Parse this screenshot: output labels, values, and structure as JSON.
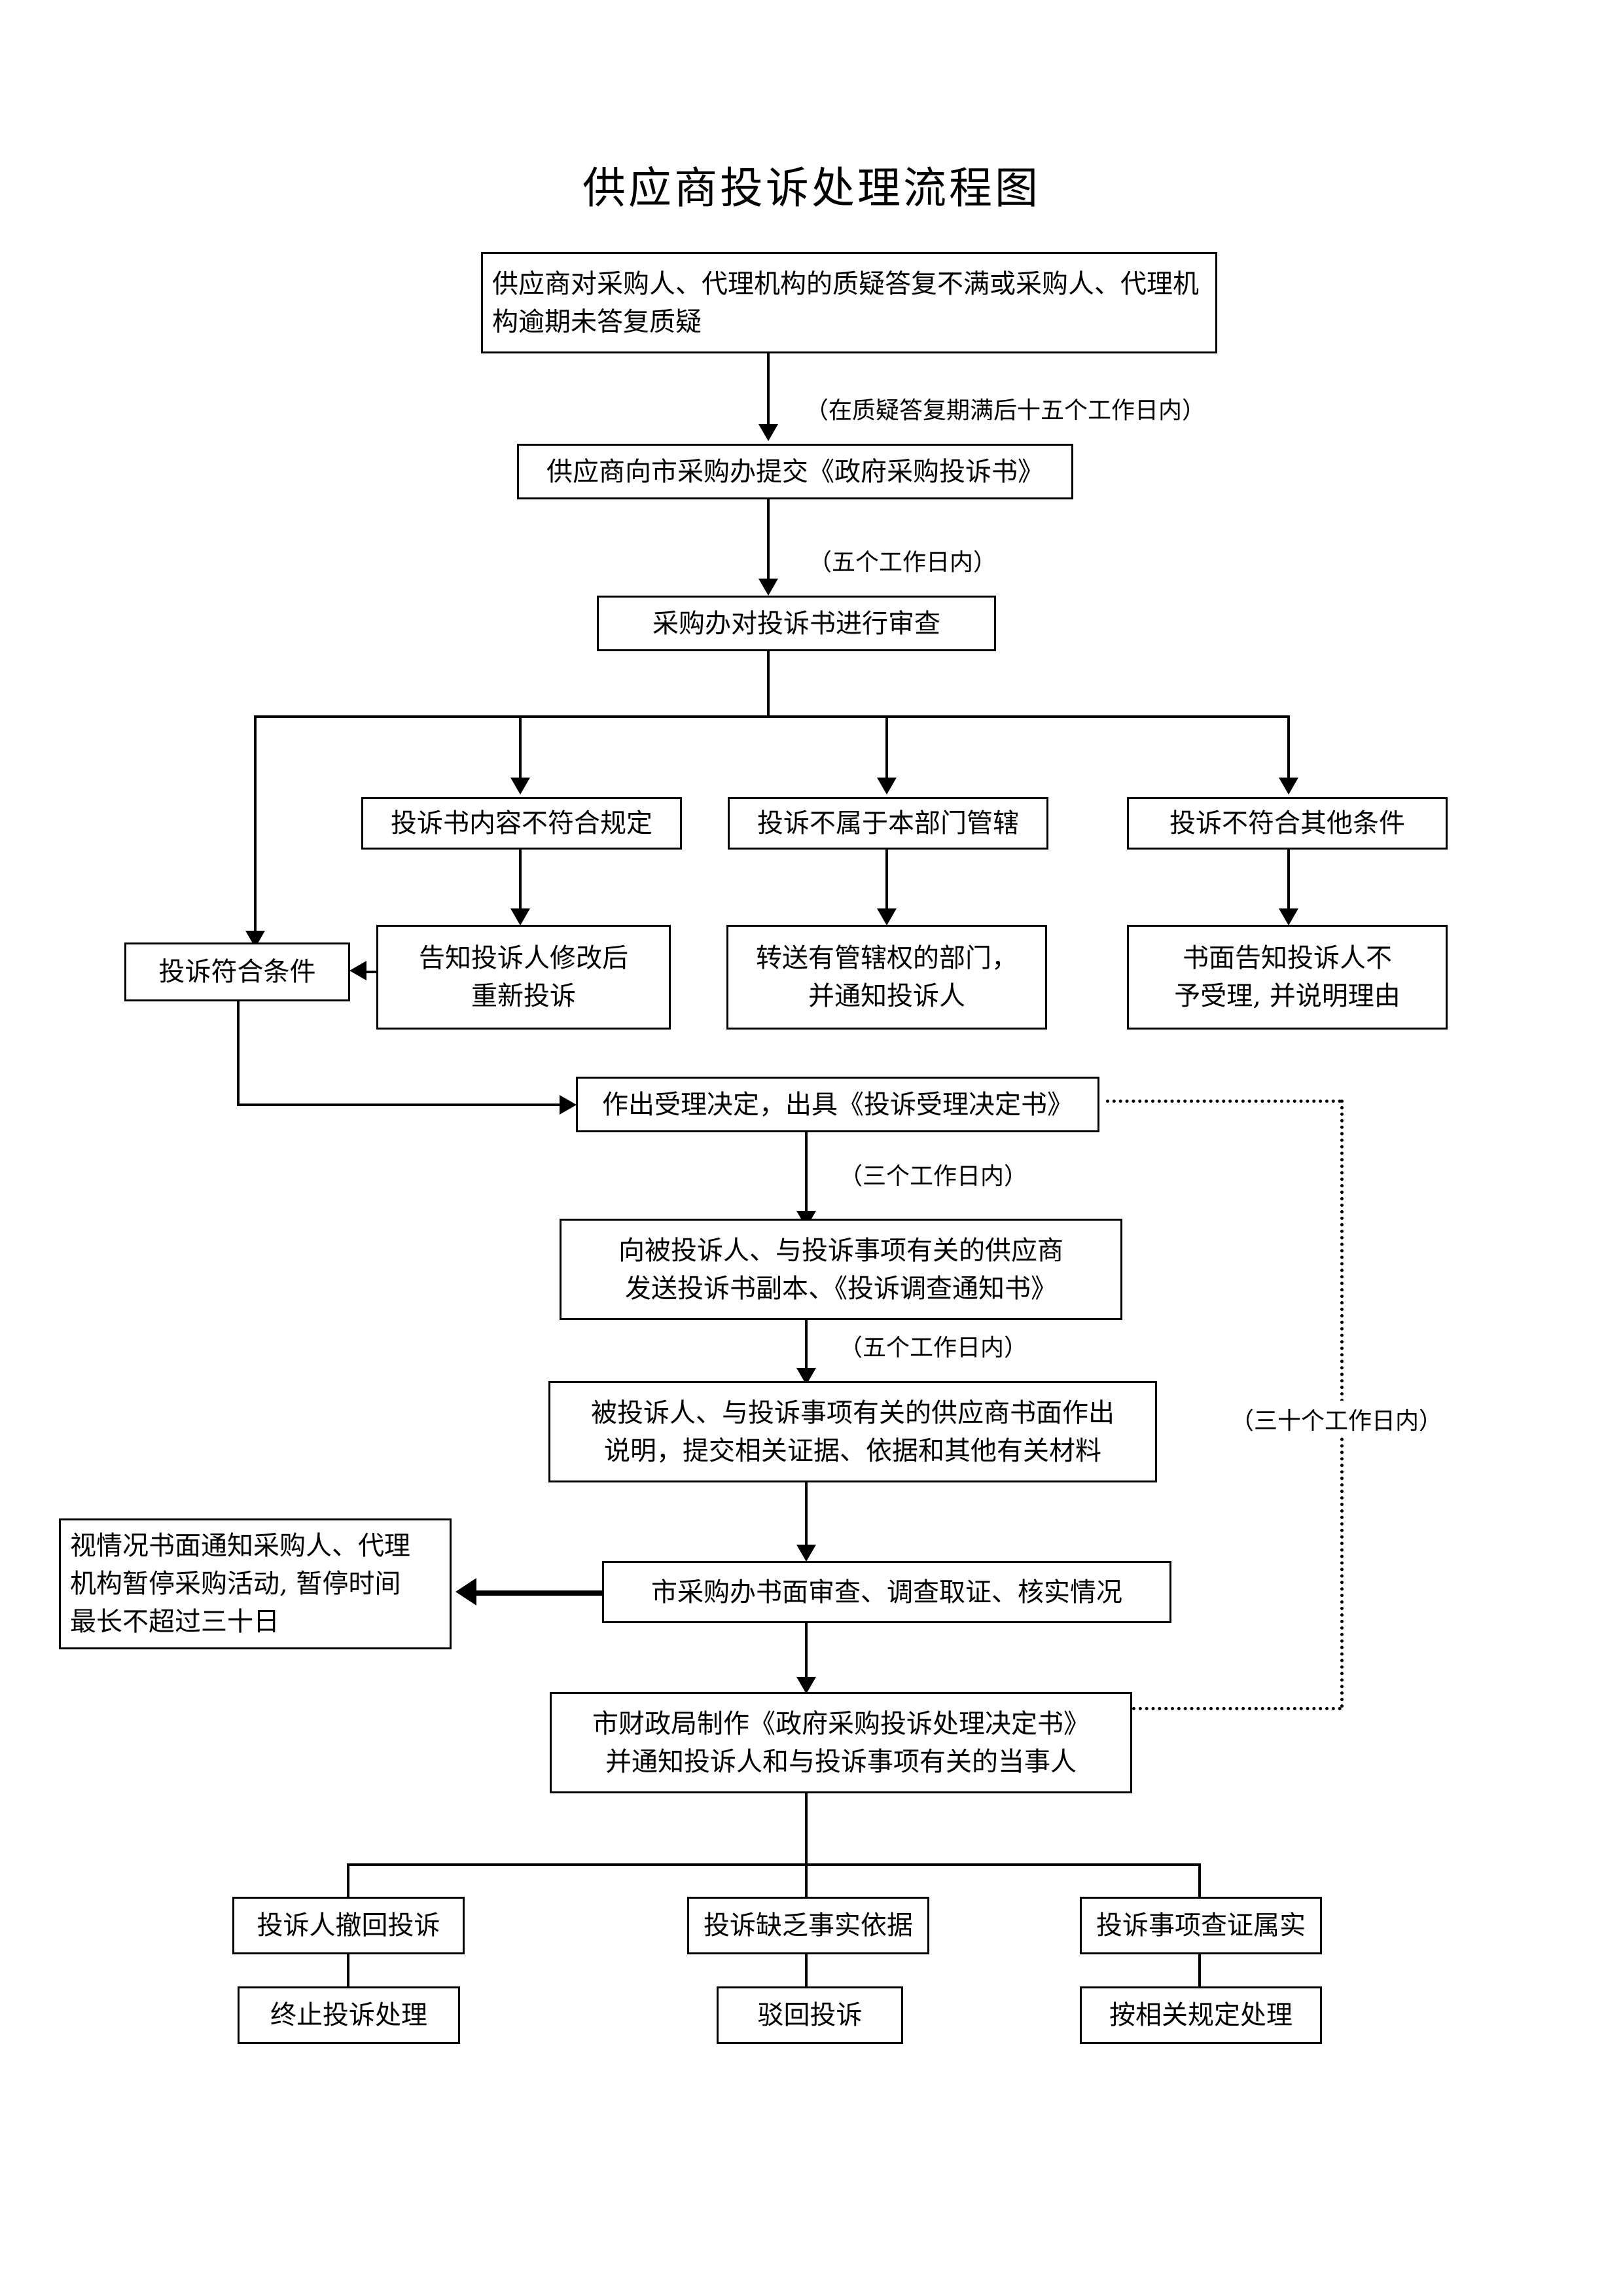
{
  "document": {
    "title": "供应商投诉处理流程图"
  },
  "nodes": {
    "n1_complaint_trigger": "供应商对采购人、代理机构的质疑答复不满或采购人、代理机构逾期未答复质疑",
    "n2_submit": "供应商向市采购办提交《政府采购投诉书》",
    "n3_review": "采购办对投诉书进行审查",
    "n4_content_noncompliant": "投诉书内容不符合规定",
    "n5_not_jurisdiction": "投诉不属于本部门管辖",
    "n6_other_noncompliant": "投诉不符合其他条件",
    "n7_compliant": "投诉符合条件",
    "n8_notify_amend": "告知投诉人修改后\n重新投诉",
    "n9_transfer": "转送有管辖权的部门，\n并通知投诉人",
    "n10_written_reject": "书面告知投诉人不\n予受理, 并说明理由",
    "n11_accept_decision": "作出受理决定，出具《投诉受理决定书》",
    "n12_send_copy": "向被投诉人、与投诉事项有关的供应商\n发送投诉书副本、《投诉调查通知书》",
    "n13_written_explain": "被投诉人、与投诉事项有关的供应商书面作出\n说明，提交相关证据、依据和其他有关材料",
    "n14_suspend_notice": "视情况书面通知采购人、代理\n机构暂停采购活动, 暂停时间\n最长不超过三十日",
    "n15_investigate": "市采购办书面审查、调查取证、核实情况",
    "n16_decision_doc": "市财政局制作《政府采购投诉处理决定书》\n并通知投诉人和与投诉事项有关的当事人",
    "n17_withdrawn": "投诉人撤回投诉",
    "n18_lack_evidence": "投诉缺乏事实依据",
    "n19_verified_true": "投诉事项查证属实",
    "n20_terminate": "终止投诉处理",
    "n21_dismiss": "驳回投诉",
    "n22_handle_per_rules": "按相关规定处理"
  },
  "labels": {
    "l1_fifteen_days": "（在质疑答复期满后十五个工作日内）",
    "l2_five_days": "（五个工作日内）",
    "l3_three_days": "（三个工作日内）",
    "l4_five_days": "（五个工作日内）",
    "l5_thirty_days": "（三十个工作日内）"
  },
  "colors": {
    "stroke": "#000000",
    "background": "#ffffff",
    "text": "#000000"
  }
}
